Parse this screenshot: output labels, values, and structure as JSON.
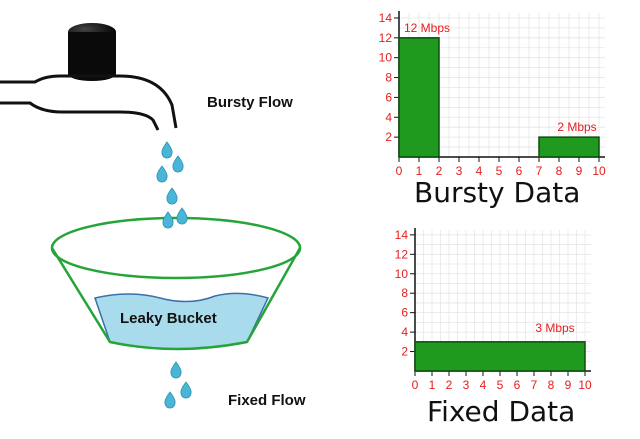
{
  "labels": {
    "bursty_flow": "Bursty Flow",
    "fixed_flow": "Fixed Flow",
    "bucket": "Leaky Bucket"
  },
  "colors": {
    "bar_fill": "#1f9a1f",
    "bar_edge": "#0e4d0e",
    "axis_label": "#e81c1c",
    "bucket_outline": "#25a43a",
    "water": "#a8dced",
    "water_edge": "#3b6fa8",
    "drop": "#49b6d8",
    "tap": "#111111"
  },
  "icons": [
    "tap-icon",
    "water-drop-icon",
    "bucket-icon"
  ],
  "chart_data": [
    {
      "type": "bar",
      "title": "Bursty Data",
      "x_ticks": [
        0,
        1,
        2,
        3,
        4,
        5,
        6,
        7,
        8,
        9,
        10
      ],
      "y_ticks": [
        2,
        4,
        6,
        8,
        10,
        12,
        14
      ],
      "xlim": [
        0,
        10
      ],
      "ylim": [
        0,
        14.5
      ],
      "grid": true,
      "bars": [
        {
          "x0": 0,
          "x1": 2,
          "value": 12,
          "label": "12 Mbps"
        },
        {
          "x0": 7,
          "x1": 10,
          "value": 2,
          "label": "2 Mbps"
        }
      ]
    },
    {
      "type": "bar",
      "title": "Fixed Data",
      "x_ticks": [
        0,
        1,
        2,
        3,
        4,
        5,
        6,
        7,
        8,
        9,
        10
      ],
      "y_ticks": [
        2,
        4,
        6,
        8,
        10,
        12,
        14
      ],
      "xlim": [
        0,
        10
      ],
      "ylim": [
        0,
        14.5
      ],
      "grid": true,
      "bars": [
        {
          "x0": 0,
          "x1": 10,
          "value": 3,
          "label": "3 Mbps"
        }
      ]
    }
  ]
}
